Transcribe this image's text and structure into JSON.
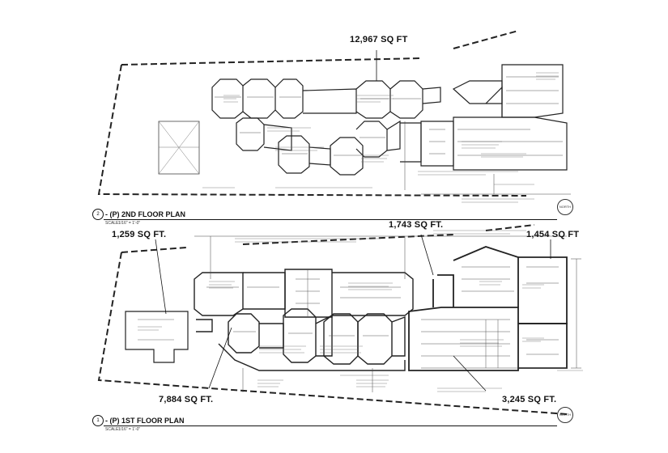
{
  "areas": {
    "second_floor": "12,967 SQ FT",
    "first_floor_mid": "1,743 SQ FT.",
    "first_floor_left": "1,259 SQ FT.",
    "first_floor_right": "1,454 SQ FT",
    "first_floor_main": "7,884 SQ FT.",
    "first_floor_east": "3,245 SQ FT."
  },
  "plans": [
    {
      "number": "2",
      "title": "- (P) 2ND FLOOR PLAN",
      "scale_label": "SCALE:",
      "scale": "1/16\" = 1'-0\""
    },
    {
      "number": "1",
      "title": "- (P) 1ST FLOOR PLAN",
      "scale_label": "SCALE:",
      "scale": "1/16\" = 1'-0\""
    }
  ],
  "north_label": "NORTH"
}
